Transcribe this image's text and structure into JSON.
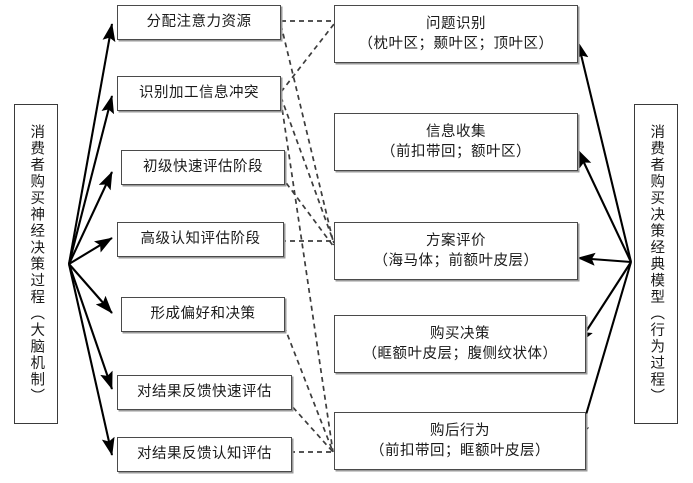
{
  "diagram": {
    "title_hidden": "",
    "colors": {
      "box_border": "#4a4a4a",
      "box_shadow": "#9a9a9a",
      "solid_line": "#000000",
      "dashed_line": "#3c3c3c",
      "background": "#ffffff"
    },
    "left_box": {
      "label": "消费者购买神经决策过程（大脑机制）"
    },
    "right_box": {
      "label": "消费者购买决策经典模型（行为过程）"
    },
    "stages": [
      {
        "label": "分配注意力资源"
      },
      {
        "label": "识别加工信息冲突"
      },
      {
        "label": "初级快速评估阶段"
      },
      {
        "label": "高级认知评估阶段"
      },
      {
        "label": "形成偏好和决策"
      },
      {
        "label": "对结果反馈快速评估"
      },
      {
        "label": "对结果反馈认知评估"
      }
    ],
    "models": [
      {
        "title": "问题识别",
        "regions": "（枕叶区；颞叶区；顶叶区）"
      },
      {
        "title": "信息收集",
        "regions": "（前扣带回；额叶区）"
      },
      {
        "title": "方案评价",
        "regions": "（海马体；前额叶皮层）"
      },
      {
        "title": "购买决策",
        "regions": "（眶额叶皮层；腹侧纹状体）"
      },
      {
        "title": "购后行为",
        "regions": "（前扣带回；眶额叶皮层）"
      }
    ],
    "edges": {
      "solid_from_left_label": "消费者购买神经决策过程 指向 各神经决策阶段",
      "solid_from_right_label": "消费者购买决策经典模型 指向 各行为阶段",
      "dashed_label": "神经决策阶段 与 行为过程阶段 的对应关系"
    }
  }
}
